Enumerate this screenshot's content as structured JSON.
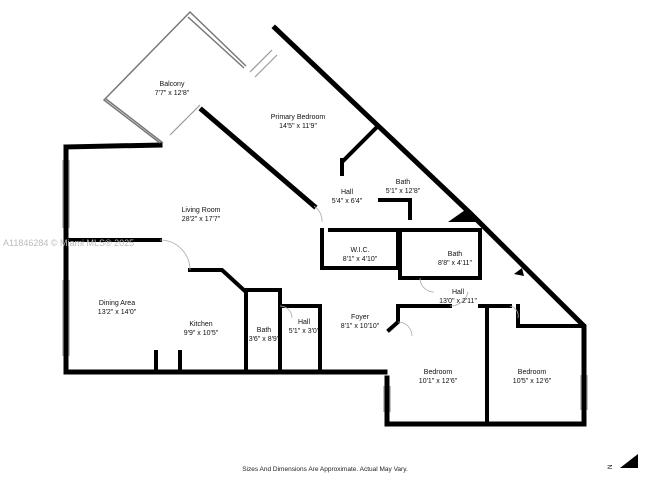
{
  "rooms": [
    {
      "id": "balcony",
      "name": "Balcony",
      "dims": "7'7\" x 12'8\""
    },
    {
      "id": "primary-bedroom",
      "name": "Primary Bedroom",
      "dims": "14'5\" x 11'9\""
    },
    {
      "id": "primary-bath",
      "name": "Bath",
      "dims": "5'1\" x 12'8\""
    },
    {
      "id": "hall-upper",
      "name": "Hall",
      "dims": "5'4\" x 6'4\""
    },
    {
      "id": "living-room",
      "name": "Living Room",
      "dims": "28'2\" x 17'7\""
    },
    {
      "id": "wic",
      "name": "W.I.C.",
      "dims": "8'1\" x 4'10\""
    },
    {
      "id": "bath-middle",
      "name": "Bath",
      "dims": "8'8\" x 4'11\""
    },
    {
      "id": "hall-long",
      "name": "Hall",
      "dims": "13'0\" x 2'11\""
    },
    {
      "id": "dining-area",
      "name": "Dining Area",
      "dims": "13'2\" x 14'0\""
    },
    {
      "id": "kitchen",
      "name": "Kitchen",
      "dims": "9'9\" x 10'5\""
    },
    {
      "id": "bath-small",
      "name": "Bath",
      "dims": "3'6\" x 8'9\""
    },
    {
      "id": "hall-small",
      "name": "Hall",
      "dims": "5'1\" x 3'0\""
    },
    {
      "id": "foyer",
      "name": "Foyer",
      "dims": "8'1\" x 10'10\""
    },
    {
      "id": "bedroom-left",
      "name": "Bedroom",
      "dims": "10'1\" x 12'6\""
    },
    {
      "id": "bedroom-right",
      "name": "Bedroom",
      "dims": "10'5\" x 12'6\""
    }
  ],
  "watermark": "A11846284 © Miami MLS® 2025",
  "disclaimer": "Sizes And Dimensions Are Approximate. Actual May Vary.",
  "compass_letter": "N",
  "colors": {
    "wall": "#000000",
    "window": "#9a9a9a",
    "background": "#ffffff"
  }
}
